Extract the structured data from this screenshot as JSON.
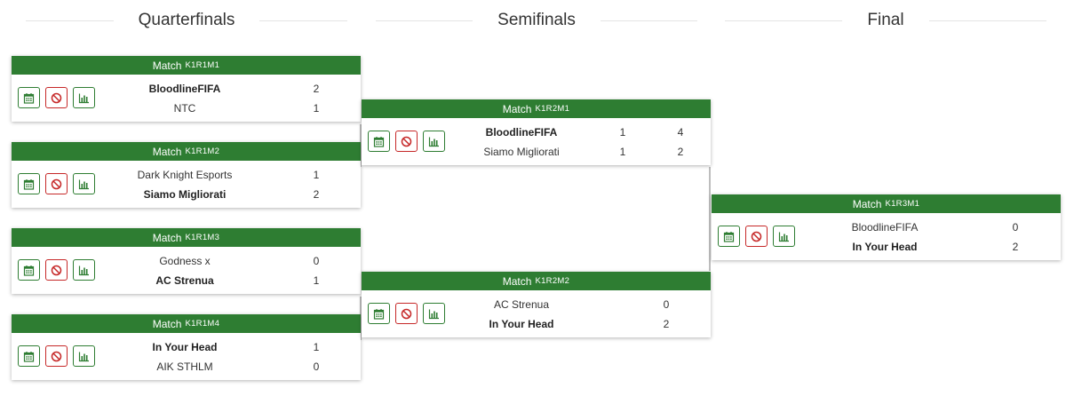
{
  "rounds": {
    "quarterfinals": "Quarterfinals",
    "semifinals": "Semifinals",
    "final": "Final"
  },
  "colors": {
    "header": "#2e7d32",
    "cancel": "#c62828"
  },
  "icons": {
    "schedule": "calendar-icon",
    "cancel": "cancel-icon",
    "stats": "chart-icon"
  },
  "matches": {
    "k1r1m1": {
      "label": "Match",
      "code": "K1R1M1",
      "teams": [
        {
          "name": "BloodlineFIFA",
          "score": "2"
        },
        {
          "name": "NTC",
          "score": "1"
        }
      ]
    },
    "k1r1m2": {
      "label": "Match",
      "code": "K1R1M2",
      "teams": [
        {
          "name": "Dark Knight Esports",
          "score": "1"
        },
        {
          "name": "Siamo Migliorati",
          "score": "2"
        }
      ]
    },
    "k1r1m3": {
      "label": "Match",
      "code": "K1R1M3",
      "teams": [
        {
          "name": "Godness x",
          "score": "0"
        },
        {
          "name": "AC Strenua",
          "score": "1"
        }
      ]
    },
    "k1r1m4": {
      "label": "Match",
      "code": "K1R1M4",
      "teams": [
        {
          "name": "In Your Head",
          "score": "1"
        },
        {
          "name": "AIK STHLM",
          "score": "0"
        }
      ]
    },
    "k1r2m1": {
      "label": "Match",
      "code": "K1R2M1",
      "teams": [
        {
          "name": "BloodlineFIFA",
          "score1": "1",
          "score2": "4"
        },
        {
          "name": "Siamo Migliorati",
          "score1": "1",
          "score2": "2"
        }
      ]
    },
    "k1r2m2": {
      "label": "Match",
      "code": "K1R2M2",
      "teams": [
        {
          "name": "AC Strenua",
          "score": "0"
        },
        {
          "name": "In Your Head",
          "score": "2"
        }
      ]
    },
    "k1r3m1": {
      "label": "Match",
      "code": "K1R3M1",
      "teams": [
        {
          "name": "BloodlineFIFA",
          "score": "0"
        },
        {
          "name": "In Your Head",
          "score": "2"
        }
      ]
    }
  }
}
